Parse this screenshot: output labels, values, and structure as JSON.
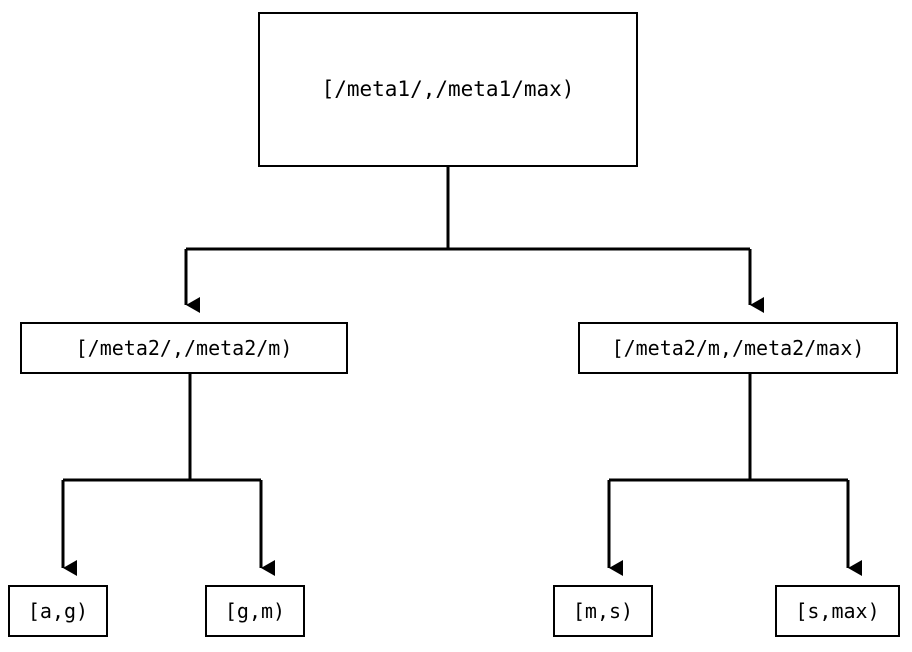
{
  "diagram": {
    "type": "binary-range-partition-tree",
    "orientation": "top-down",
    "stroke_color": "#000000",
    "background_color": "#ffffff",
    "arrowhead": "filled-triangle-down",
    "nodes": {
      "root": {
        "label": "[/meta1/,/meta1/max)",
        "level": 0
      },
      "mid_left": {
        "label": "[/meta2/,/meta2/m)",
        "level": 1
      },
      "mid_right": {
        "label": "[/meta2/m,/meta2/max)",
        "level": 1
      },
      "leaf_ag": {
        "label": "[a,g)",
        "level": 2
      },
      "leaf_gm": {
        "label": "[g,m)",
        "level": 2
      },
      "leaf_ms": {
        "label": "[m,s)",
        "level": 2
      },
      "leaf_smax": {
        "label": "[s,max)",
        "level": 2
      }
    },
    "edges": [
      {
        "from": "root",
        "to": "mid_left"
      },
      {
        "from": "root",
        "to": "mid_right"
      },
      {
        "from": "mid_left",
        "to": "leaf_ag"
      },
      {
        "from": "mid_left",
        "to": "leaf_gm"
      },
      {
        "from": "mid_right",
        "to": "leaf_ms"
      },
      {
        "from": "mid_right",
        "to": "leaf_smax"
      }
    ]
  }
}
